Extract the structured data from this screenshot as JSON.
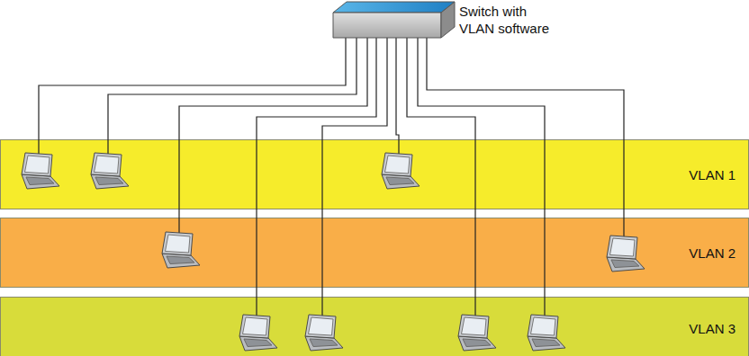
{
  "diagram": {
    "nodes": [
      {
        "text": [
          "Switch with VLAN software"
        ]
      },
      {
        "text": [
          "VLAN 1"
        ]
      },
      {
        "text": [
          "VLAN 2"
        ]
      },
      {
        "text": [
          "VLAN 3"
        ]
      }
    ]
  }
}
